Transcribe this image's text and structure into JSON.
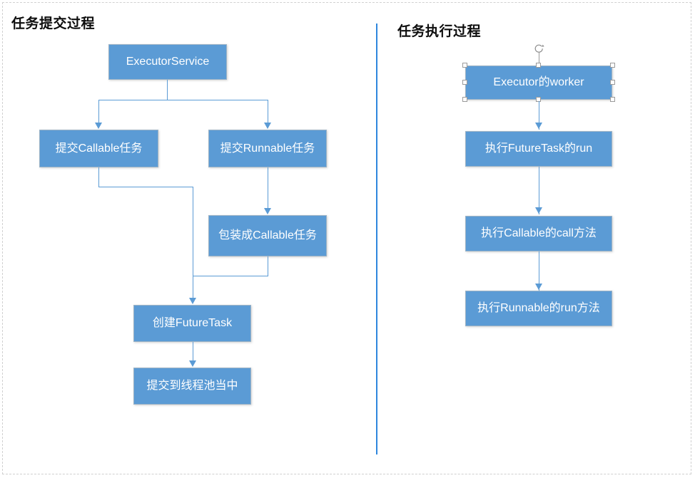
{
  "diagram": {
    "type": "flowchart",
    "background": "#ffffff",
    "node_fill": "#5B9BD5",
    "node_text_color": "#ffffff",
    "connector_color": "#5B9BD5",
    "divider_color": "#2E86DE",
    "selection_handle_color": "#ffffff",
    "selection_handle_border": "#9a9a9a"
  },
  "left_section": {
    "title": "任务提交过程",
    "nodes": [
      {
        "id": "executor-service",
        "label": "ExecutorService"
      },
      {
        "id": "submit-callable",
        "label": "提交Callable任务"
      },
      {
        "id": "submit-runnable",
        "label": "提交Runnable任务"
      },
      {
        "id": "wrap-callable",
        "label": "包装成Callable任务"
      },
      {
        "id": "create-futuretask",
        "label": "创建FutureTask"
      },
      {
        "id": "submit-to-pool",
        "label": "提交到线程池当中"
      }
    ]
  },
  "right_section": {
    "title": "任务执行过程",
    "nodes": [
      {
        "id": "executor-worker",
        "label": "Executor的worker",
        "selected": true
      },
      {
        "id": "run-futuretask",
        "label": "执行FutureTask的run"
      },
      {
        "id": "call-callable",
        "label": "执行Callable的call方法"
      },
      {
        "id": "run-runnable",
        "label": "执行Runnable的run方法"
      }
    ]
  },
  "selection": {
    "target": "Executor的worker",
    "handle_count": 8,
    "rotation_handle": "rotate-icon"
  }
}
